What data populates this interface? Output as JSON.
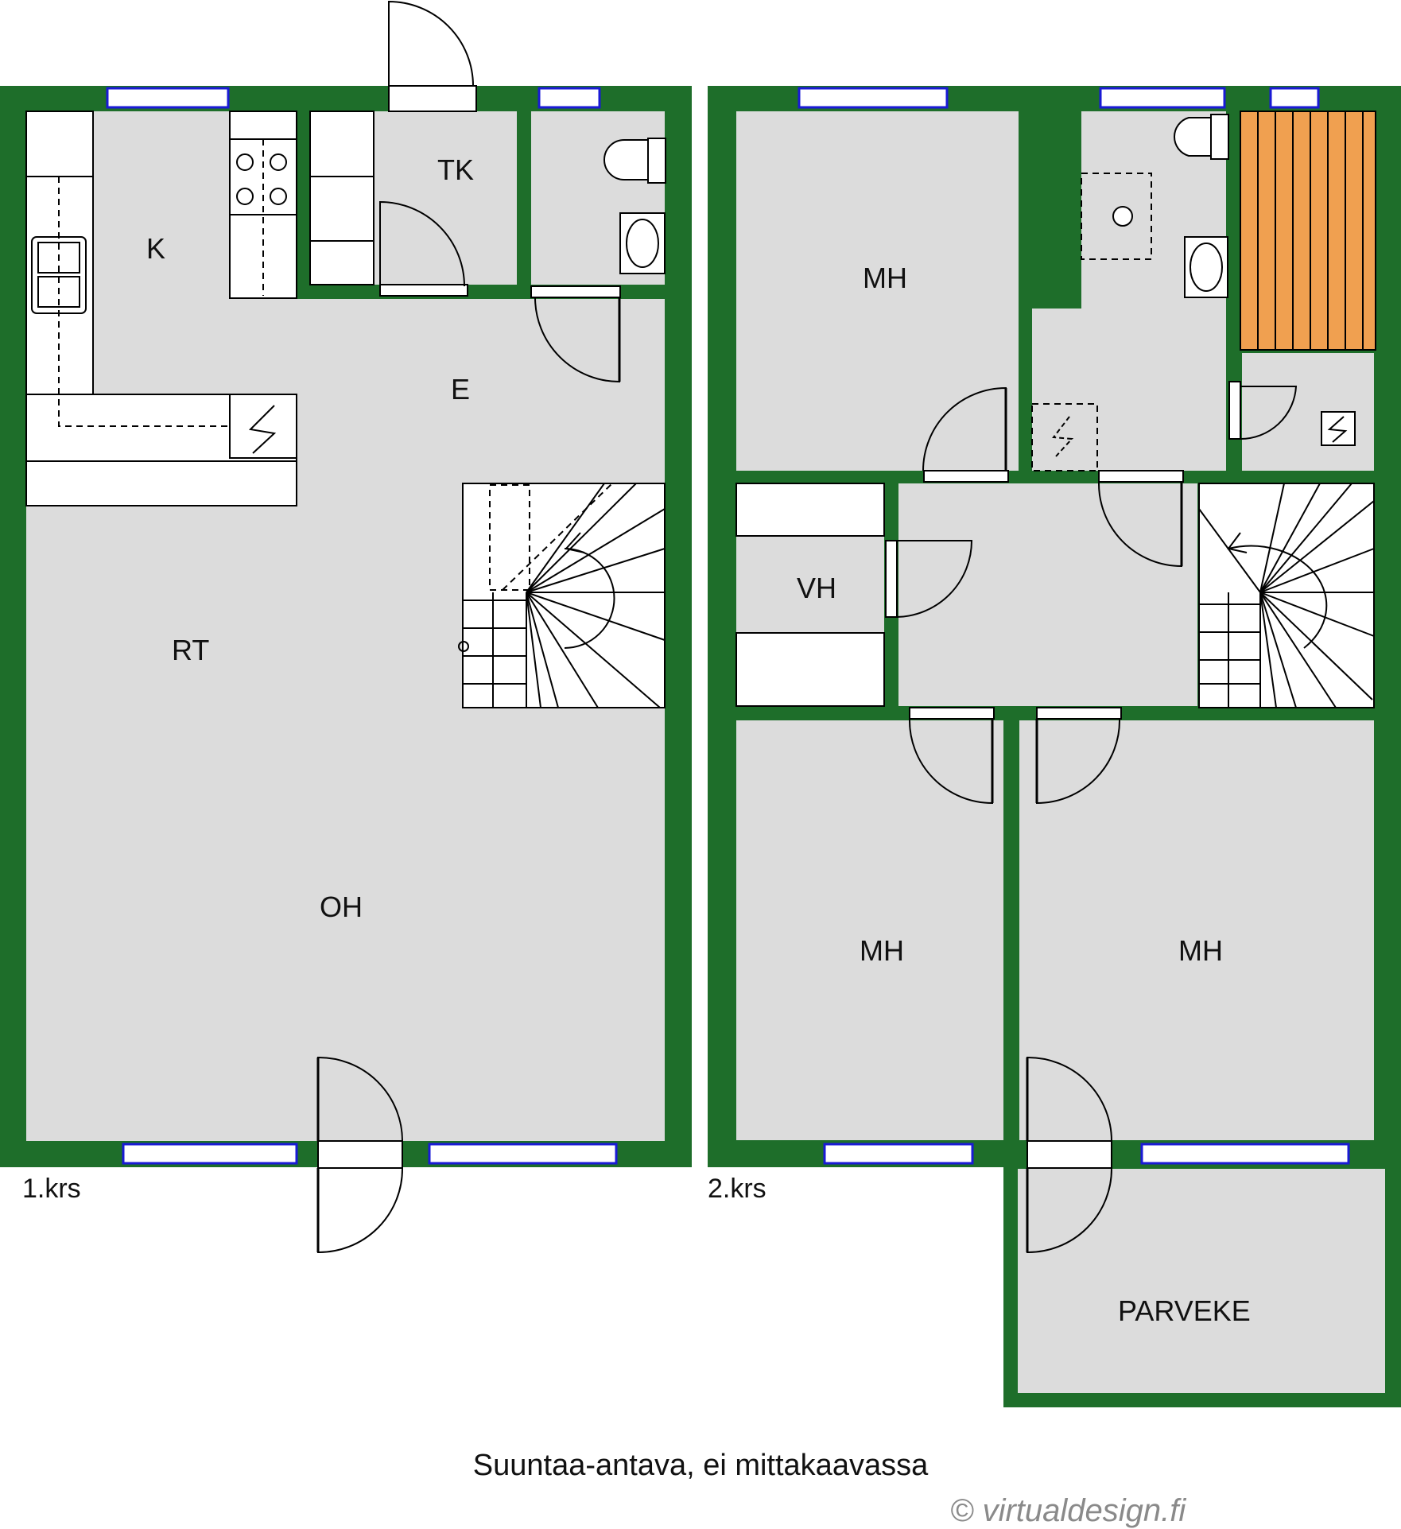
{
  "colors": {
    "wall": "#1e6e2a",
    "floor": "#dcdcdc",
    "window": "#1a1ad6",
    "sauna_bench": "#f0a050",
    "outline": "#000000"
  },
  "rooms": {
    "first_floor": {
      "k": "K",
      "tk": "TK",
      "e": "E",
      "rt": "RT",
      "oh": "OH"
    },
    "second_floor": {
      "mh_top": "MH",
      "vh": "VH",
      "mh_bottom_left": "MH",
      "mh_bottom_right": "MH",
      "parveke": "PARVEKE"
    }
  },
  "floors": {
    "first": "1.krs",
    "second": "2.krs"
  },
  "caption": "Suuntaa-antava, ei mittakaavassa",
  "copyright": "© virtualdesign.fi"
}
